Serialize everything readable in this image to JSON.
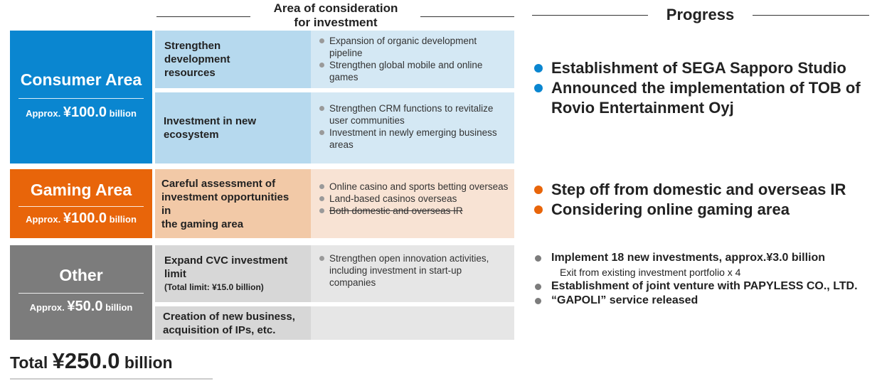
{
  "header": {
    "area_line1": "Area of consideration",
    "area_line2": "for investment",
    "progress": "Progress"
  },
  "colors": {
    "consumer": "#0a86d0",
    "gaming": "#e8650a",
    "other": "#7c7c7c",
    "consumer_label_bg": "#b6d9ee",
    "consumer_bullet_bg": "#d4e8f4",
    "gaming_label_bg": "#f2c9a7",
    "gaming_bullet_bg": "#f8e3d4",
    "other_label_bg": "#d7d7d7",
    "other_bullet_bg": "#e6e6e6"
  },
  "blocks": {
    "consumer": {
      "name": "Consumer Area",
      "approx": "Approx.",
      "amount": "¥100.0",
      "unit": "billion"
    },
    "gaming": {
      "name": "Gaming Area",
      "approx": "Approx.",
      "amount": "¥100.0",
      "unit": "billion"
    },
    "other": {
      "name": "Other",
      "approx": "Approx.",
      "amount": "¥50.0",
      "unit": "billion"
    }
  },
  "rows": {
    "dev": {
      "label_lines": [
        "Strengthen",
        "development",
        "resources"
      ],
      "bullets": [
        "Expansion of organic development pipeline",
        "Strengthen global mobile and online games"
      ]
    },
    "eco": {
      "label_lines": [
        "Investment in new",
        "ecosystem"
      ],
      "bullets": [
        "Strengthen CRM functions to revitalize user communities",
        "Investment in newly emerging business areas"
      ]
    },
    "gaming": {
      "label_lines": [
        "Careful assessment of",
        "investment opportunities",
        "in",
        "the gaming area"
      ],
      "bullets": [
        "Online casino and sports betting overseas",
        "Land-based casinos overseas",
        "Both domestic and overseas IR"
      ]
    },
    "cvc": {
      "label_lines": [
        "Expand CVC investment",
        "limit"
      ],
      "label_sub": "(Total limit: ¥15.0 billion)",
      "bullets": [
        "Strengthen open innovation activities, including investment in start-up companies"
      ]
    },
    "newbiz": {
      "label_lines": [
        "Creation of new business,",
        "acquisition of IPs, etc."
      ]
    }
  },
  "progress": {
    "consumer": [
      "Establishment of SEGA Sapporo Studio",
      "Announced the implementation of TOB of Rovio Entertainment Oyj"
    ],
    "gaming": [
      "Step off from domestic and overseas IR",
      "Considering online gaming area"
    ],
    "other": [
      "Implement 18 new investments, approx.¥3.0 billion",
      "Exit from existing investment portfolio x 4",
      "Establishment of joint venture with PAPYLESS CO., LTD.",
      "“GAPOLI” service released"
    ]
  },
  "total": {
    "label": "Total",
    "amount": "¥250.0",
    "unit": "billion"
  }
}
